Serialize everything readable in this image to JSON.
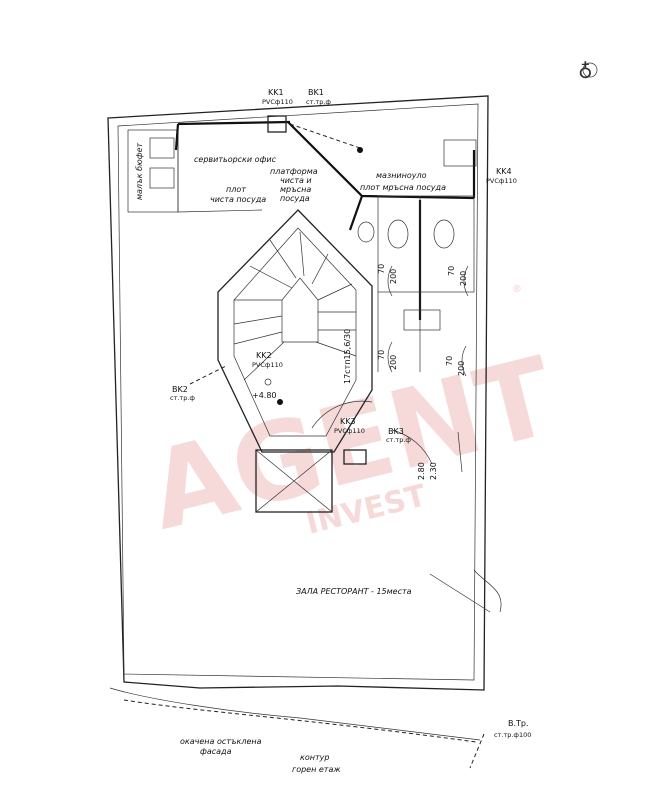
{
  "north_symbol": "♁",
  "watermark": {
    "main": "AGENT",
    "sub": "INVEST",
    "reg": "®",
    "color": "#e07a7a"
  },
  "labels": {
    "kk1": "KK1",
    "kk1_pipe": "PVCф110",
    "bk1": "BK1",
    "bk1_pipe": "ст.тр.ф",
    "kk4": "KK4",
    "kk4_pipe": "PVCф110",
    "kk2": "KK2",
    "kk2_pipe": "PVCф110",
    "bk2": "BK2",
    "bk2_pipe": "ст.тр.ф",
    "kk3": "KK3",
    "kk3_pipe": "PVCф110",
    "bk3": "BK3",
    "bk3_pipe": "ст.тр.ф",
    "small_bar": "малък бюфет",
    "service_office": "сервитьорски офис",
    "counter_clean_1": "плот",
    "counter_clean_2": "чиста посуда",
    "platform_1": "платформа",
    "platform_2": "чиста и",
    "platform_3": "мръсна",
    "platform_4": "посуда",
    "counter_dirty": "плот мръсна посуда",
    "grease_trap": "мазниноуло",
    "door_1_w": "70",
    "door_1_h": "200",
    "door_2_w": "70",
    "door_2_h": "200",
    "door_3_w": "70",
    "door_3_h": "200",
    "door_4_w": "70",
    "door_4_h": "200",
    "stairs": "17стп15,6/30",
    "level": "+4.80",
    "door_main_w": "2.80",
    "door_main_h": "2.30",
    "hall": "ЗАЛА РЕСТОРАНТ - 15места",
    "facade_1": "окачена остъклена",
    "facade_2": "фасада",
    "contour_1": "контур",
    "contour_2": "горен етаж",
    "vtr": "В.Тр.",
    "vtr_pipe": "ст.тр.ф100"
  }
}
